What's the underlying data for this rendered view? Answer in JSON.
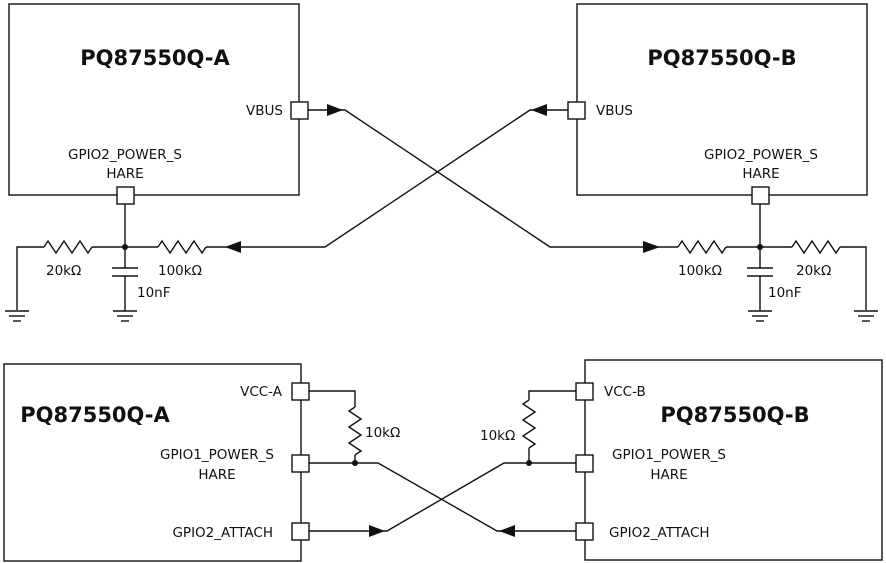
{
  "top": {
    "chip_a": {
      "title": "PQ87550Q-A",
      "vbus": "VBUS",
      "gpio2_l1": "GPIO2_POWER_S",
      "gpio2_l2": "HARE"
    },
    "chip_b": {
      "title": "PQ87550Q-B",
      "vbus": "VBUS",
      "gpio2_l1": "GPIO2_POWER_S",
      "gpio2_l2": "HARE"
    },
    "a_r_ground": "20kΩ",
    "a_r_series": "100kΩ",
    "a_cap": "10nF",
    "b_r_series": "100kΩ",
    "b_r_ground": "20kΩ",
    "b_cap": "10nF"
  },
  "bottom": {
    "chip_a": {
      "title": "PQ87550Q-A",
      "vcc": "VCC-A",
      "gpio1_l1": "GPIO1_POWER_S",
      "gpio1_l2": "HARE",
      "gpio2": "GPIO2_ATTACH"
    },
    "chip_b": {
      "title": "PQ87550Q-B",
      "vcc": "VCC-B",
      "gpio1_l1": "GPIO1_POWER_S",
      "gpio1_l2": "HARE",
      "gpio2": "GPIO2_ATTACH"
    },
    "a_pullup": "10kΩ",
    "b_pullup": "10kΩ"
  }
}
